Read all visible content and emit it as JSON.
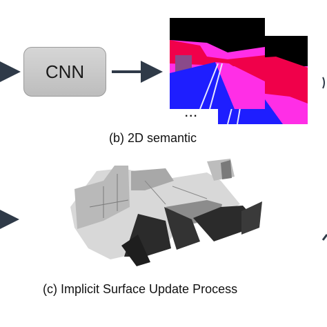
{
  "cnn": {
    "label": "CNN"
  },
  "semantic": {
    "caption": "(b) 2D semantic",
    "ellipsis": "...",
    "colors": {
      "sky": "#000000",
      "building": "#f0004a",
      "sidewalk": "#ff2ee6",
      "road": "#1e1eff",
      "lane": "#e8e8ff"
    }
  },
  "surface": {
    "caption": "(c) Implicit Surface Update Process",
    "colors": {
      "light": "#d8d8d8",
      "mid": "#9a9a9a",
      "dark": "#2b2b2b"
    }
  },
  "colors": {
    "arrow": "#2f3a48"
  }
}
